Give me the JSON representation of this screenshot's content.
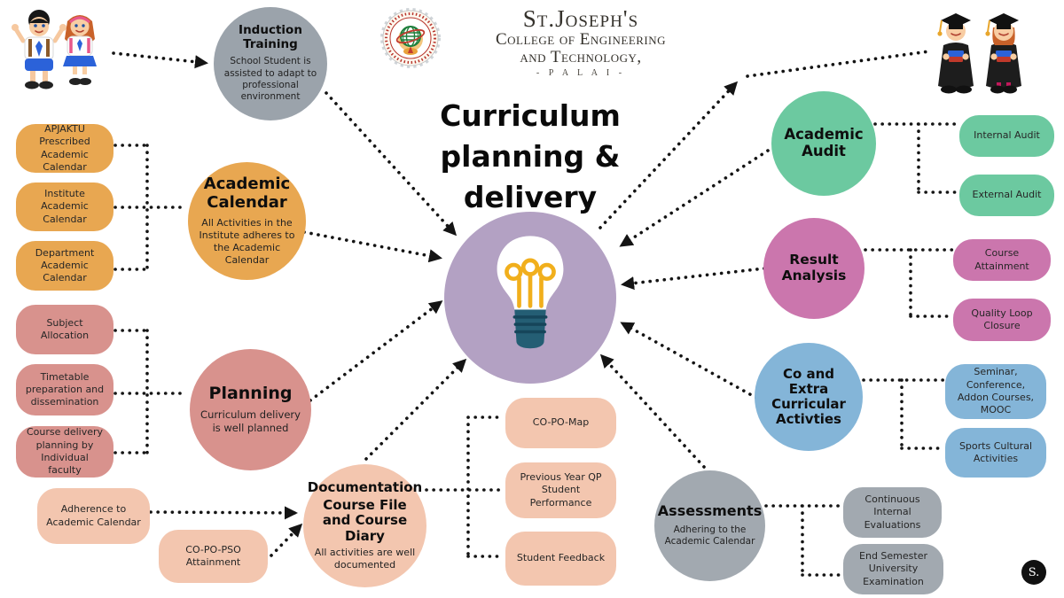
{
  "header": {
    "name_line1": "St.Joseph's",
    "name_line2": "College of Engineering",
    "name_line3": "and Technology,",
    "location": "- P A L A I -"
  },
  "title": "Curriculum planning & delivery",
  "icons": {
    "hub": "lightbulb-icon",
    "header": "college-seal-logo",
    "top_left": "school-kids-illustration",
    "top_right": "graduates-illustration"
  },
  "colors": {
    "hub_purple": "#b3a1c3",
    "induction_gray": "#9ba3ab",
    "calendar_yellow": "#e8a751",
    "planning_pink": "#d8928d",
    "documentation_peach": "#f3c6af",
    "audit_green": "#6cc9a0",
    "result_magenta": "#cb76ad",
    "co_extra_blue": "#84b5d8",
    "assessments_gray": "#a2a9b0",
    "bulb_filament_yellow": "#f1af1c",
    "bulb_base_teal": "#245e74"
  },
  "nodes": {
    "induction": {
      "title": "Induction Training",
      "desc": "School Student is assisted to adapt to professional environment"
    },
    "academic_calendar": {
      "title": "Academic Calendar",
      "desc": "All Activities in the Institute adheres to the Academic Calendar",
      "items": [
        "APJAKTU Prescribed Academic Calendar",
        "Institute Academic Calendar",
        "Department Academic Calendar"
      ]
    },
    "planning": {
      "title": "Planning",
      "desc": "Curriculum delivery is well planned",
      "items": [
        "Subject Allocation",
        "Timetable preparation and dissemination",
        "Course delivery planning by Individual faculty"
      ]
    },
    "documentation": {
      "title_line1": "Documentation",
      "title_line2": "Course File and Course Diary",
      "desc": "All activities are well documented",
      "inputs": [
        "Adherence to Academic Calendar",
        "CO-PO-PSO Attainment"
      ],
      "outputs": [
        "CO-PO-Map",
        "Previous Year QP Student Performance",
        "Student Feedback"
      ]
    },
    "academic_audit": {
      "title": "Academic Audit",
      "items": [
        "Internal Audit",
        "External Audit"
      ]
    },
    "result_analysis": {
      "title": "Result Analysis",
      "items": [
        "Course Attainment",
        "Quality Loop Closure"
      ]
    },
    "co_extra_curricular": {
      "title": "Co and Extra Curricular Activties",
      "items": [
        "Seminar, Conference, Addon Courses, MOOC",
        "Sports Cultural Activities"
      ]
    },
    "assessments": {
      "title": "Assessments",
      "desc": "Adhering to the Academic Calendar",
      "items": [
        "Continuous Internal Evaluations",
        "End Semester University Examination"
      ]
    }
  },
  "signature": "S."
}
